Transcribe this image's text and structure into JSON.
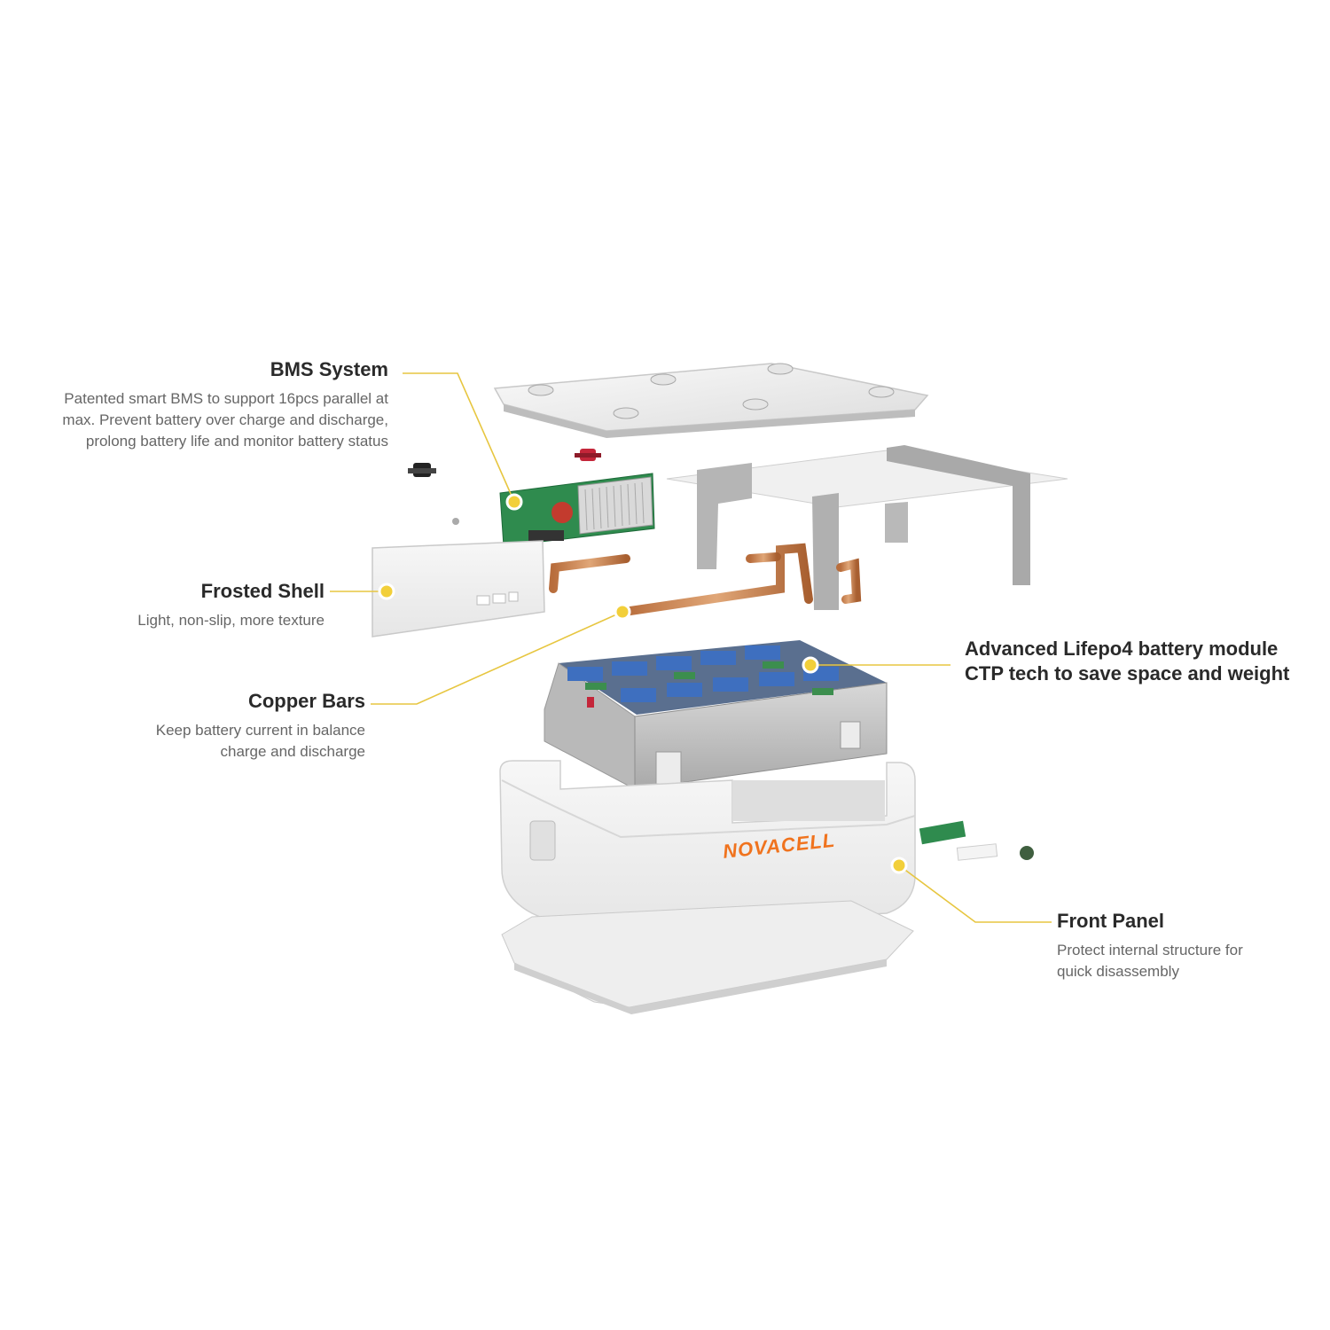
{
  "brand": {
    "logo_text": "NOVACELL",
    "logo_color": "#f0731e"
  },
  "accent_color": "#f2cf3a",
  "callouts": {
    "bms": {
      "title": "BMS System",
      "desc": [
        "Patented smart BMS to support 16pcs parallel at",
        "max. Prevent battery over charge and discharge,",
        "prolong battery life and monitor battery status"
      ]
    },
    "frosted": {
      "title": "Frosted Shell",
      "desc": [
        "Light, non-slip, more texture"
      ]
    },
    "copper": {
      "title": "Copper Bars",
      "desc": [
        "Keep battery current in balance",
        "charge and discharge"
      ]
    },
    "module": {
      "title_lines": [
        "Advanced Lifepo4 battery module",
        "CTP tech to save space and weight"
      ]
    },
    "front": {
      "title": "Front Panel",
      "desc": [
        "Protect internal structure for",
        "quick disassembly"
      ]
    }
  }
}
